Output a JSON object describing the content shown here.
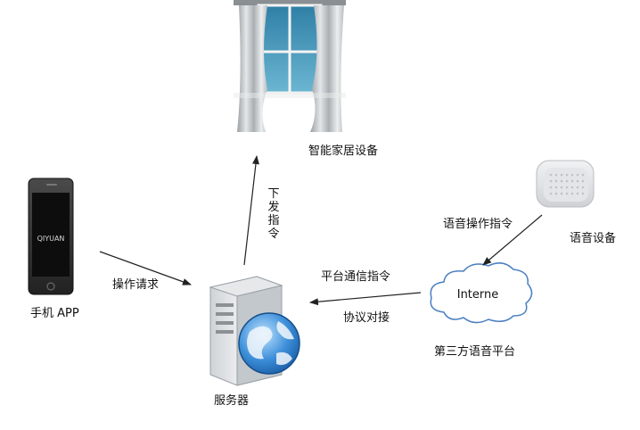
{
  "nodes": {
    "smart_home": "智能家居设备",
    "phone_app": "手机 APP",
    "server": "服务器",
    "voice_device": "语音设备",
    "third_party": "第三方语音平台",
    "cloud_text": "Interne",
    "phone_brand": "QIYUAN"
  },
  "edges": {
    "operation_request": "操作请求",
    "send_command": "下发指令",
    "voice_command": "语音操作指令",
    "platform_comm": "平台通信指令",
    "protocol_docking": "协议对接"
  },
  "icons": {
    "curtain": "window-curtain-icon",
    "phone": "smartphone-icon",
    "server": "server-globe-icon",
    "speaker": "smart-speaker-icon",
    "cloud": "cloud-icon"
  },
  "colors": {
    "arrow": "#222222",
    "cloud_stroke": "#4a7fc1",
    "curtain": "#c9cdd0",
    "window_glass": "#3c8fb5"
  }
}
